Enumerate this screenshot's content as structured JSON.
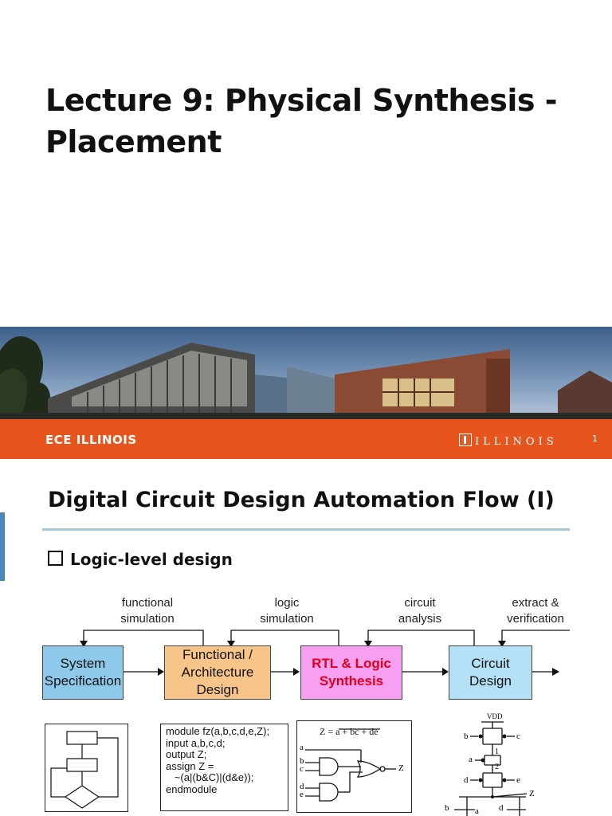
{
  "slide1": {
    "title_line1": "Lecture 9: Physical Synthesis -",
    "title_line2": "Placement",
    "brand_left": "ECE ILLINOIS",
    "brand_right": "ILLINOIS",
    "page_number": "1",
    "accent": "#e8541e"
  },
  "slide2": {
    "title": "Digital Circuit Design Automation Flow (I)",
    "bullet": "Logic-level design",
    "feedback_labels": [
      {
        "line1": "functional",
        "line2": "simulation"
      },
      {
        "line1": "logic",
        "line2": "simulation"
      },
      {
        "line1": "circuit",
        "line2": "analysis"
      },
      {
        "line1": "extract &",
        "line2": "verification"
      }
    ],
    "boxes": [
      {
        "lines": [
          "System",
          "Specification"
        ],
        "color": "#8ec9ec"
      },
      {
        "lines": [
          "Functional /",
          "Architecture",
          "Design"
        ],
        "color": "#f7c58a"
      },
      {
        "lines": [
          "RTL & Logic",
          "Synthesis"
        ],
        "color": "#f7a0f2",
        "text_color": "#e0001a"
      },
      {
        "lines": [
          "Circuit",
          "Design"
        ],
        "color": "#b4e0f5"
      }
    ],
    "code_lines": [
      "module fz(a,b,c,d,e,Z);",
      "input a,b,c,d;",
      "output Z;",
      "assign Z =",
      "   ~(a|(b&C)|(d&e));",
      "endmodule"
    ],
    "logic_equation": "Z = a + bc + de",
    "logic_inputs": [
      "a",
      "b",
      "c",
      "d",
      "e"
    ],
    "logic_output": "Z",
    "transistor_labels": {
      "vdd": "VDD",
      "inputs": [
        "b",
        "c",
        "a",
        "d",
        "e",
        "b",
        "a",
        "d"
      ],
      "node": "1",
      "node2": "2",
      "out": "Z"
    }
  }
}
